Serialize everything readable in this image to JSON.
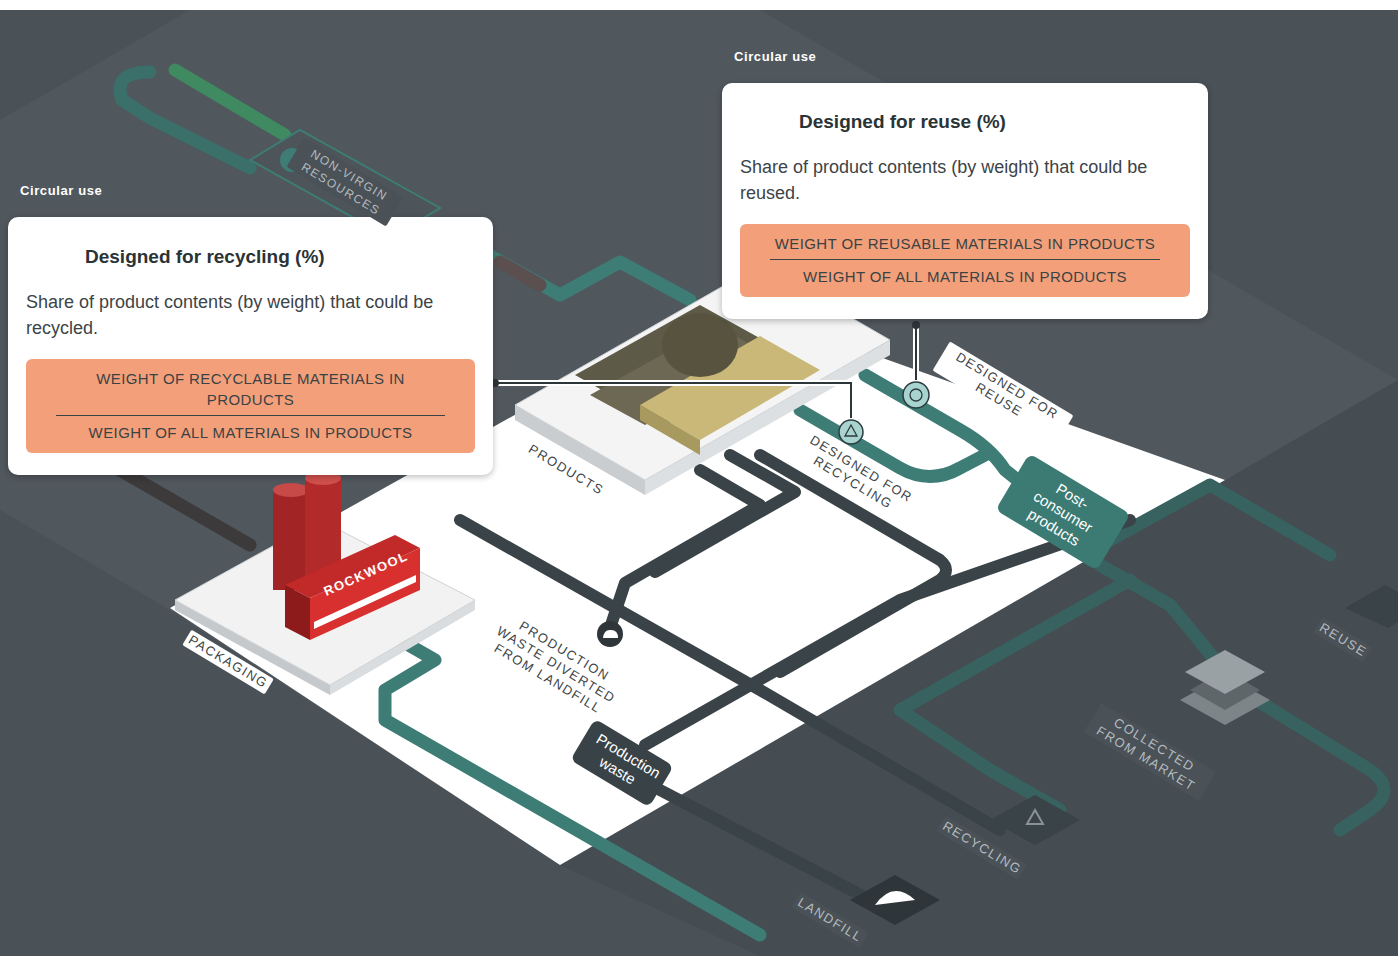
{
  "diagram": {
    "nodes": [
      {
        "text": [
          "Circular use",
          "Designed for reuse (%)",
          "Share of product contents (by weight) that could be reused."
        ]
      },
      {
        "text": [
          "WEIGHT OF REUSABLE MATERIALS IN PRODUCTS",
          "WEIGHT OF ALL MATERIALS IN PRODUCTS"
        ],
        "in": 0
      },
      {
        "text": [
          "Circular use",
          "Designed for recycling (%)",
          "Share of product contents (by weight) that could be recycled."
        ]
      },
      {
        "text": [
          "WEIGHT OF RECYCLABLE MATERIALS IN PRODUCTS",
          "WEIGHT OF ALL MATERIALS IN PRODUCTS"
        ],
        "in": 2
      },
      {
        "text": [
          "Post-consumer products"
        ]
      },
      {
        "text": [
          "Production waste"
        ]
      }
    ],
    "labels": [
      "NON-VIRGIN RESOURCES",
      "PRODUCTS",
      "DESIGNED FOR REUSE",
      "DESIGNED FOR RECYCLING",
      "ROCKWOOL",
      "PACKAGING",
      "PRODUCTION WASTE DIVERTED FROM LANDFILL",
      "REUSE",
      "COLLECTED FROM MARKET",
      "RECYCLING",
      "LANDFILL"
    ]
  }
}
